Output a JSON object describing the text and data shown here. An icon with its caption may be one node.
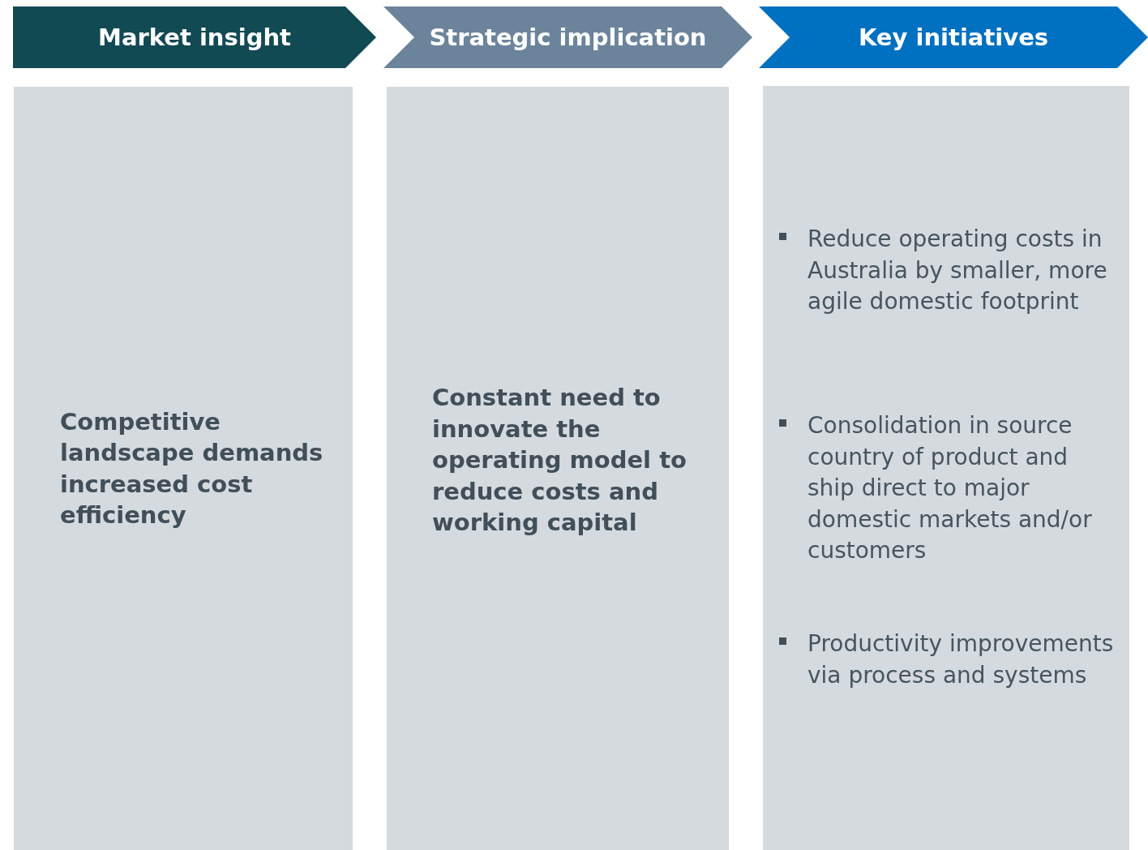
{
  "diagram": {
    "nodes": [
      {
        "text": [
          "Market insight"
        ]
      },
      {
        "text": [
          "Strategic implication"
        ]
      },
      {
        "text": [
          "Key initiatives"
        ]
      },
      {
        "text": [
          "Competitive landscape demands increased cost efficiency"
        ]
      },
      {
        "text": [
          "Constant need to innovate the operating model to reduce costs and working capital"
        ]
      },
      {
        "text": [
          "Reduce operating costs in Australia by smaller, more agile domestic footprint",
          "Consolidation in source country of product and ship direct to major domestic markets and/or customers",
          "Productivity improvements via process and systems"
        ]
      }
    ]
  }
}
